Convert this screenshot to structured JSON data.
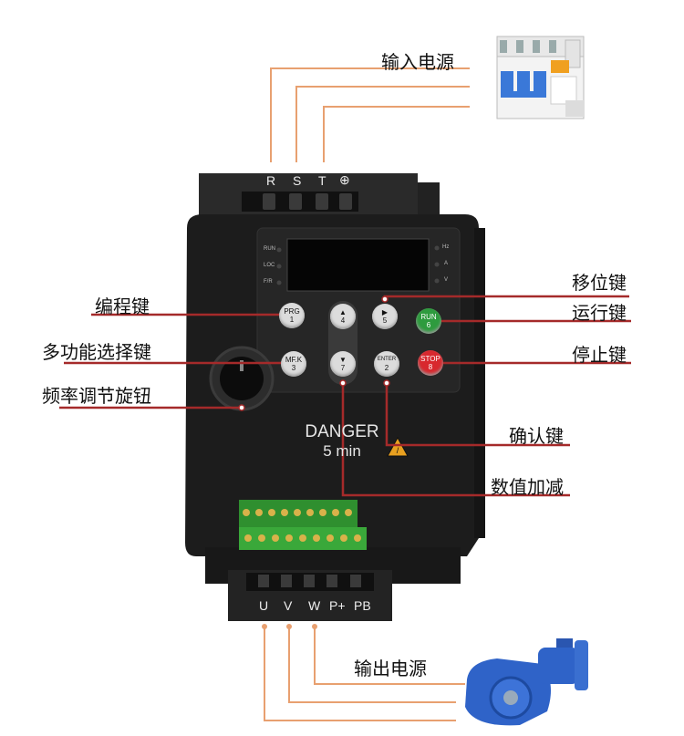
{
  "labels": {
    "input_power": "输入电源",
    "output_power": "输出电源",
    "programming_key": "编程键",
    "multifunction_key": "多功能选择键",
    "frequency_knob": "频率调节旋钮",
    "shift_key": "移位键",
    "run_key": "运行键",
    "stop_key": "停止键",
    "confirm_key": "确认键",
    "value_adjust": "数值加减"
  },
  "input_terminals": [
    "R",
    "S",
    "T",
    "⊕"
  ],
  "output_terminals": [
    "U",
    "V",
    "W",
    "P+",
    "PB"
  ],
  "status_leds_left": [
    "RUN",
    "LOC",
    "F/R"
  ],
  "status_leds_right": [
    "Hz",
    "A",
    "V"
  ],
  "keys": {
    "prg": {
      "label": "PRG",
      "num": "1"
    },
    "mfk": {
      "label": "MF.K",
      "num": "3"
    },
    "up": {
      "label": "▲",
      "num": "4"
    },
    "down": {
      "label": "▼",
      "num": "7"
    },
    "shift": {
      "label": "▶",
      "num": "5"
    },
    "enter": {
      "label": "ENTER",
      "num": "2"
    },
    "run": {
      "label": "RUN",
      "num": "6"
    },
    "stop": {
      "label": "STOP",
      "num": "8"
    }
  },
  "warning": {
    "line1": "DANGER",
    "line2": "5 min"
  },
  "colors": {
    "input_lines": "#e8a070",
    "callout_lines": "#a52a2a",
    "output_lines": "#e8a070",
    "device": "#1c1c1c"
  }
}
